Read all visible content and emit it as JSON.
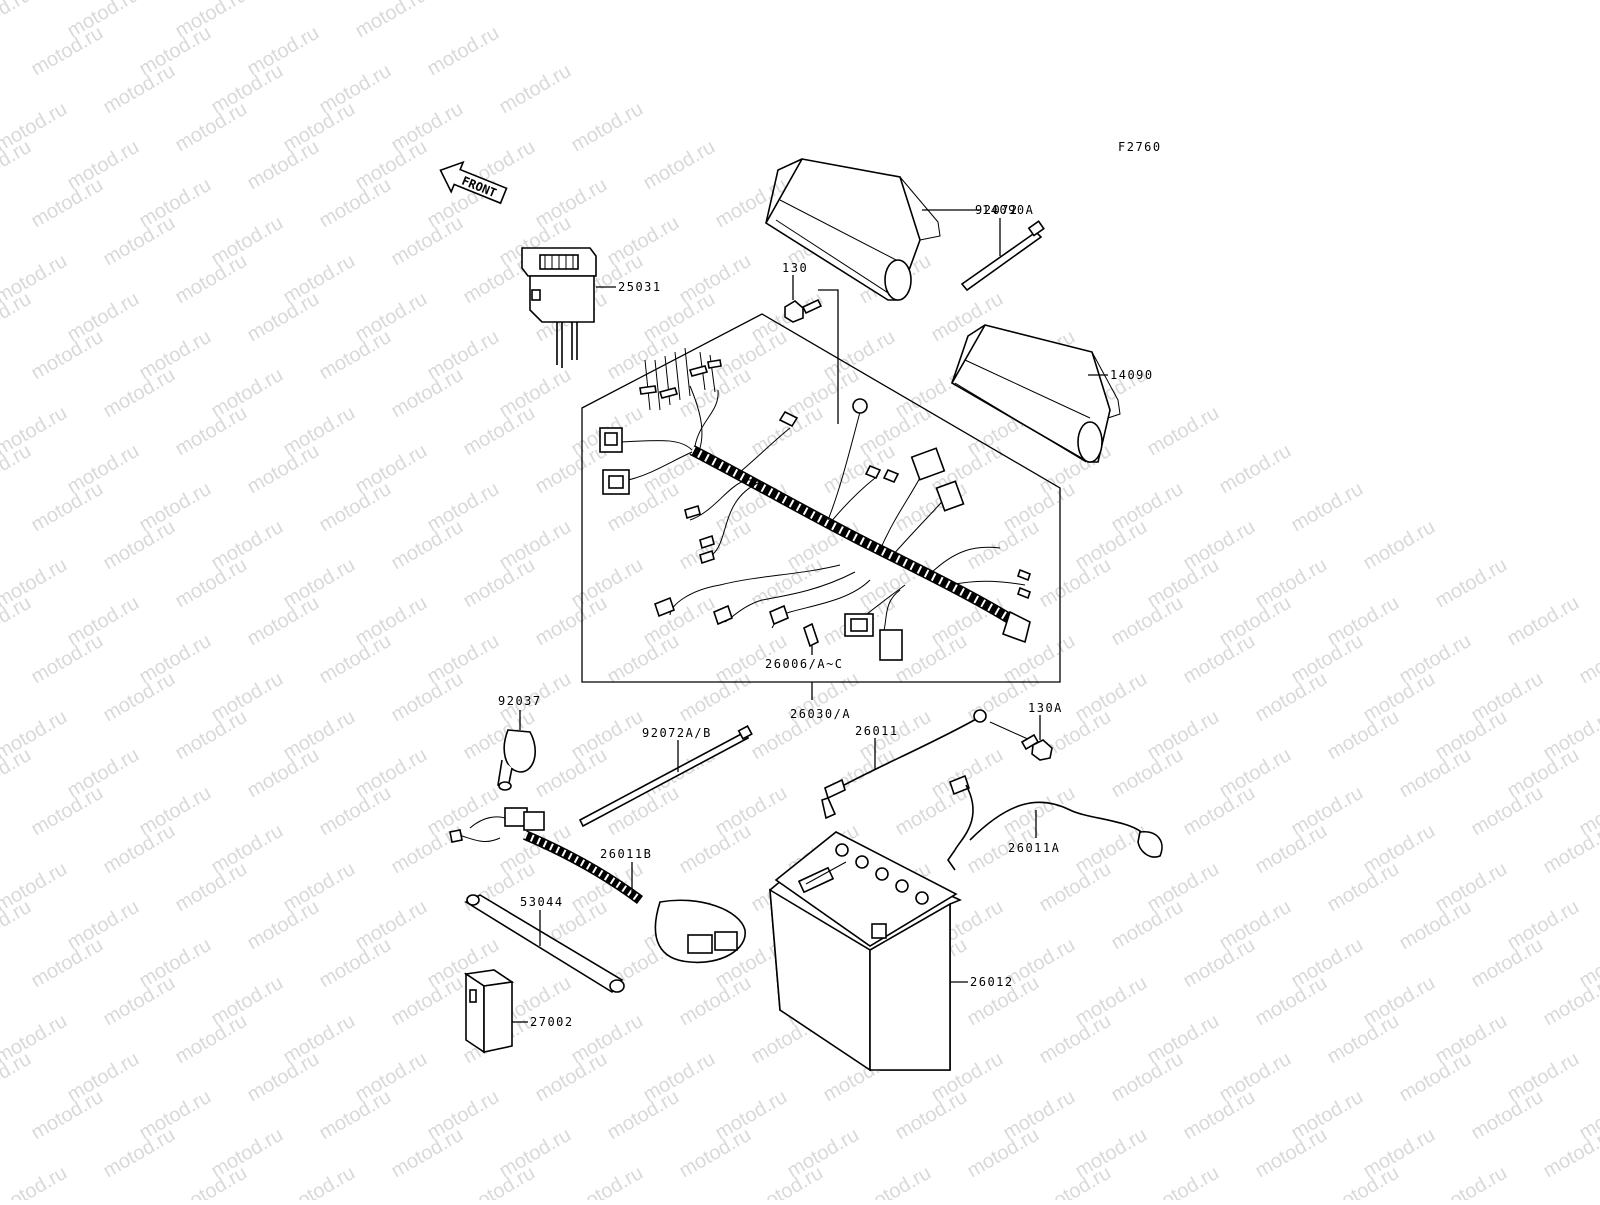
{
  "diagram": {
    "figure_code": "F2760",
    "watermark": "motod.ru",
    "front_label": "FRONT",
    "labels": {
      "p14090A": "14090A",
      "p92072": "92072",
      "p130": "130",
      "p25031": "25031",
      "p14090": "14090",
      "p26006": "26006/A~C",
      "p26030": "26030/A",
      "p92037": "92037",
      "p92072AB": "92072A/B",
      "p26011": "26011",
      "p130A": "130A",
      "p26011A": "26011A",
      "p26011B": "26011B",
      "p53044": "53044",
      "p26012": "26012",
      "p27002": "27002"
    }
  }
}
